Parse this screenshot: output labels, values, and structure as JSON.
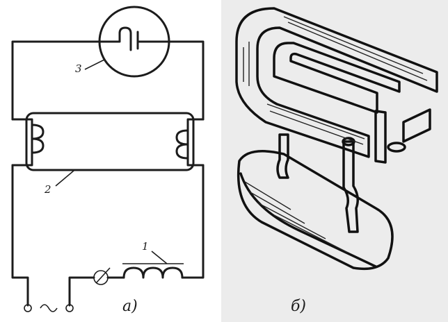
{
  "panel_a": {
    "labels": {
      "starter": "3",
      "tube": "2",
      "ballast": "1"
    },
    "caption": "а)"
  },
  "panel_b": {
    "caption": "б)"
  }
}
